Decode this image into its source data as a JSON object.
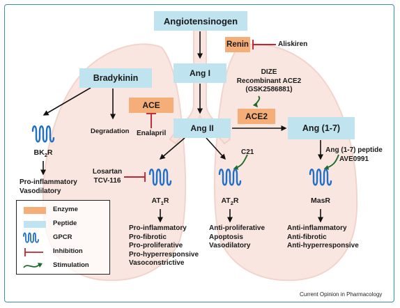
{
  "nodes": {
    "angiotensinogen": "Angiotensinogen",
    "renin": "Renin",
    "aliskiren": "Aliskiren",
    "ang1": "Ang I",
    "bradykinin": "Bradykinin",
    "ace": "ACE",
    "enalapril": "Enalapril",
    "degradation": "Degradation",
    "ang2": "Ang II",
    "dize": [
      "DIZE",
      "Recombinant ACE2",
      "(GSK2586881)"
    ],
    "ace2": "ACE2",
    "ang17": "Ang (1-7)",
    "c21": "C21",
    "ang17_peptide": [
      "Ang (1-7) peptide",
      "AVE0991"
    ],
    "losartan": [
      "Losartan",
      "TCV-116"
    ]
  },
  "receptors": {
    "bk2r": {
      "main": "BK",
      "sub": "2",
      "end": "R"
    },
    "at1r": {
      "main": "AT",
      "sub": "1",
      "end": "R"
    },
    "at2r": {
      "main": "AT",
      "sub": "2",
      "end": "R"
    },
    "masr": {
      "main": "MasR",
      "sub": "",
      "end": ""
    }
  },
  "effects": {
    "bk2r": [
      "Pro-inflammatory",
      "Vasodilatory"
    ],
    "at1r": [
      "Pro-inflammatory",
      "Pro-fibrotic",
      "Pro-proliferative",
      "Pro-hyperresponsive",
      "Vasoconstrictive"
    ],
    "at2r": [
      "Anti-proliferative",
      "Apoptosis",
      "Vasodilatory"
    ],
    "masr": [
      "Anti-inflammatory",
      "Anti-fibrotic",
      "Anti-hyperresponsive"
    ]
  },
  "legend": {
    "enzyme": "Enzyme",
    "peptide": "Peptide",
    "gpcr": "GPCR",
    "inhibition": "Inhibition",
    "stimulation": "Stimulation"
  },
  "credit": "Current Opinion in Pharmacology",
  "colors": {
    "enzyme": "#f6ae79",
    "peptide": "#bfe3ef",
    "gpcr": "#1f6fc8",
    "inhibition": "#c0262e",
    "stimulation": "#1f6b2a",
    "lung_fill": "#f9e2db",
    "lung_stroke": "#efcdc3",
    "frame": "#3c8fa8"
  }
}
